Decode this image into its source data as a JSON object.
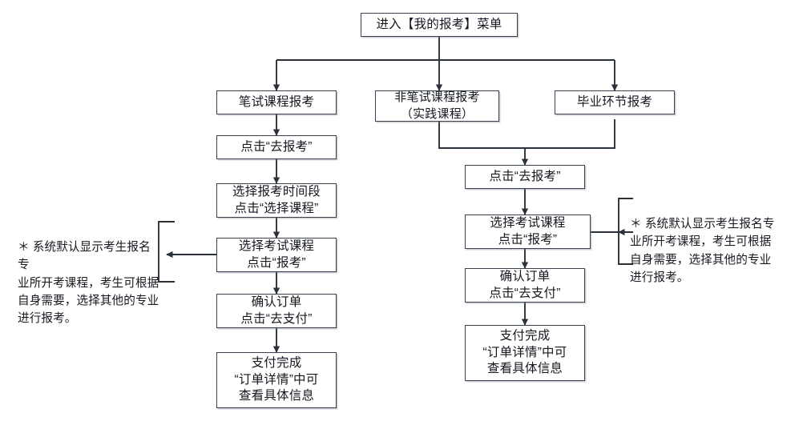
{
  "diagram": {
    "title_node": {
      "id": "entry",
      "text": "进入【我的报考】菜单"
    },
    "branches": [
      {
        "id": "written-exam",
        "text": "笔试课程报考"
      },
      {
        "id": "non-written-exam",
        "text": "非笔试课程报考\n（实践课程）"
      },
      {
        "id": "graduation",
        "text": "毕业环节报考"
      }
    ],
    "left_column": [
      {
        "id": "left-step-1",
        "text": "点击“去报考”"
      },
      {
        "id": "left-step-2",
        "text": "选择报考时间段\n点击“选择课程”"
      },
      {
        "id": "left-step-3",
        "text": "选择考试课程\n点击“报考”"
      },
      {
        "id": "left-step-4",
        "text": "确认订单\n点击“去支付”"
      },
      {
        "id": "left-step-5",
        "text": "支付完成\n“订单详情”中可\n查看具体信息"
      }
    ],
    "right_column": [
      {
        "id": "right-step-1",
        "text": "点击“去报考”"
      },
      {
        "id": "right-step-2",
        "text": "选择考试课程\n点击“报考”"
      },
      {
        "id": "right-step-3",
        "text": "确认订单\n点击“去支付”"
      },
      {
        "id": "right-step-4",
        "text": "支付完成\n“订单详情”中可\n查看具体信息"
      }
    ],
    "notes": [
      {
        "id": "note-left",
        "text": "＊ 系统默认显示考生报名专\n业所开考课程，考生可根据\n自身需要，选择其他的专业\n进行报考。"
      },
      {
        "id": "note-right",
        "text": "＊ 系统默认显示考生报名专\n业所开考课程，考生可根据\n自身需要，选择其他的专业\n进行报考。"
      }
    ],
    "colors": {
      "border": "#3a4250",
      "text": "#15191f",
      "connector": "#2b3138",
      "background": "#ffffff"
    }
  }
}
